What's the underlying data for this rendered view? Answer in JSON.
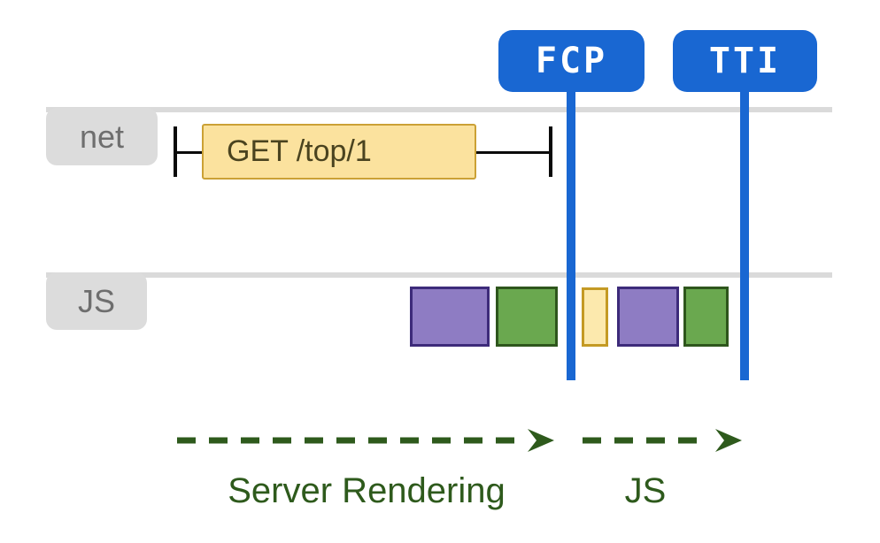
{
  "markers": {
    "fcp": {
      "label": "FCP"
    },
    "tti": {
      "label": "TTI"
    }
  },
  "tracks": {
    "net": {
      "label": "net"
    },
    "js": {
      "label": "JS"
    }
  },
  "network_request": {
    "label": "GET /top/1"
  },
  "js_blocks": [
    {
      "name": "purple-block-1",
      "color": "#8e7cc3",
      "border": "#3d2b7a",
      "phase": "server-rendering"
    },
    {
      "name": "green-block-1",
      "color": "#6aa84f",
      "border": "#2e561c",
      "phase": "server-rendering"
    },
    {
      "name": "yellow-block",
      "color": "#fce9ad",
      "border": "#c49a24",
      "phase": "js"
    },
    {
      "name": "purple-block-2",
      "color": "#8e7cc3",
      "border": "#3d2b7a",
      "phase": "js"
    },
    {
      "name": "green-block-2",
      "color": "#6aa84f",
      "border": "#2e561c",
      "phase": "js"
    }
  ],
  "phases": {
    "server_rendering": {
      "label": "Server Rendering"
    },
    "js": {
      "label": "JS"
    }
  },
  "colors": {
    "marker_blue": "#1967d2",
    "track_gray": "#dadada",
    "tab_gray": "#dcdcdc",
    "tab_text": "#6e6e6e",
    "request_fill": "#fbe29e",
    "request_border": "#cba135",
    "request_text": "#4a431f",
    "bracket_black": "#0a0a0a",
    "arrow_green": "#2e5a1c"
  }
}
